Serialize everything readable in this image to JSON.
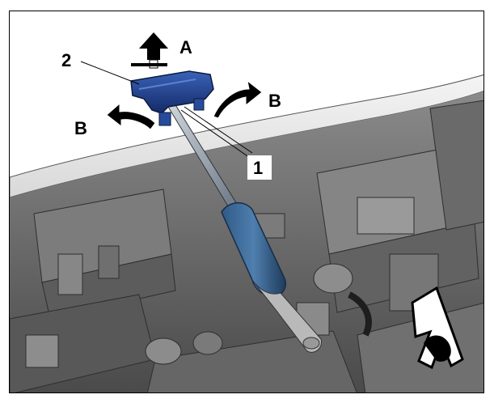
{
  "labels": {
    "part_2": "2",
    "part_1": "1",
    "motion_a": "A",
    "motion_b_left": "B",
    "motion_b_right": "B"
  },
  "icons": {
    "direction_indicator": "vehicle-forward-direction-icon",
    "tool": "screwdriver-icon",
    "part": "clip-cover-icon"
  },
  "colors": {
    "part_highlight": "#1f3f8f",
    "tool_highlight": "#2c4f82",
    "background_engine": "#6f6f6f",
    "hood_surface": "#ececec"
  }
}
